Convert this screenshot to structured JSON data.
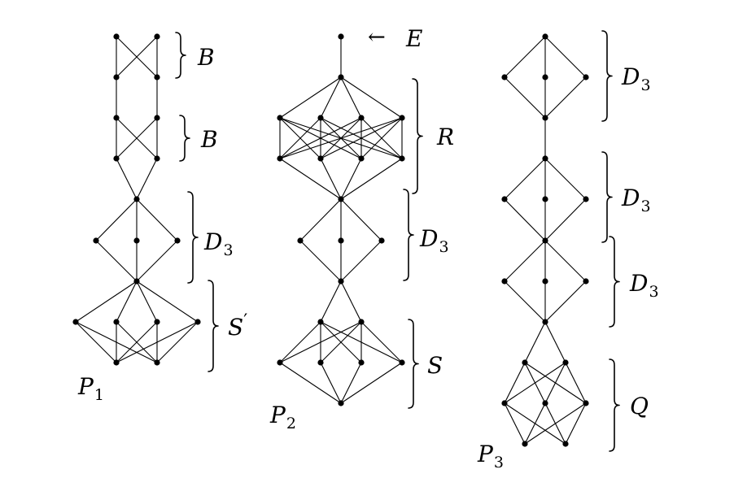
{
  "posets": [
    {
      "id": "p1",
      "name": {
        "main": "P",
        "sub": "1"
      },
      "vertices": [],
      "edges": [],
      "braces": [
        {
          "main": "B",
          "sub": "",
          "prime": false
        },
        {
          "main": "B",
          "sub": "",
          "prime": false
        },
        {
          "main": "D",
          "sub": "3",
          "prime": false
        },
        {
          "main": "S",
          "sub": "",
          "prime": true
        }
      ]
    },
    {
      "id": "p2",
      "name": {
        "main": "P",
        "sub": "2"
      },
      "vertices": [],
      "edges": [],
      "braces": [
        {
          "main": "R",
          "sub": "",
          "prime": false
        },
        {
          "main": "D",
          "sub": "3",
          "prime": false
        },
        {
          "main": "S",
          "sub": "",
          "prime": false
        }
      ],
      "pointer": {
        "main": "E",
        "arrow": "←"
      }
    },
    {
      "id": "p3",
      "name": {
        "main": "P",
        "sub": "3"
      },
      "vertices": [],
      "edges": [],
      "braces": [
        {
          "main": "D",
          "sub": "3",
          "prime": false
        },
        {
          "main": "D",
          "sub": "3",
          "prime": false
        },
        {
          "main": "D",
          "sub": "3",
          "prime": false
        },
        {
          "main": "Q",
          "sub": "",
          "prime": false
        }
      ]
    }
  ]
}
